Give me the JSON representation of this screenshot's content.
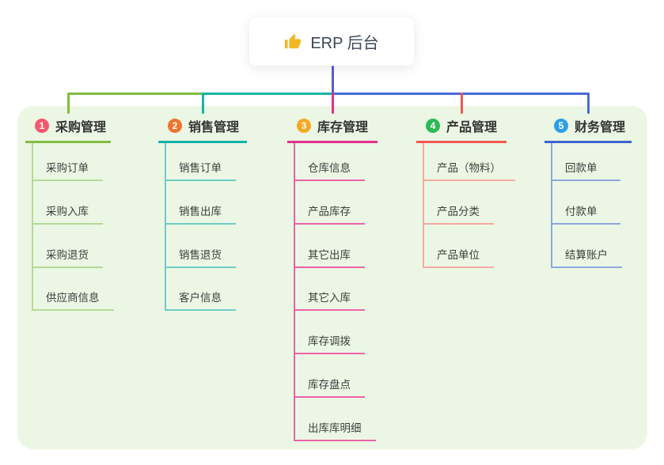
{
  "root": {
    "title": "ERP 后台",
    "icon": "thumbs-up-icon",
    "icon_color": "#f2b722",
    "text_color": "#3c4657"
  },
  "colors": {
    "panel_bg": "#ebf7e4",
    "root_connector": "#5a5ad6",
    "spine_blue": "#4a6bd8",
    "title_text": "#333333",
    "item_text": "#3e3e3e"
  },
  "branches": [
    {
      "key": "purchase",
      "badge": "1",
      "badge_color": "#f4586d",
      "line_color": "#82bb3f",
      "light_color": "#b3d996",
      "title": "采购管理",
      "items": [
        "采购订单",
        "采购入库",
        "采购退货",
        "供应商信息"
      ]
    },
    {
      "key": "sales",
      "badge": "2",
      "badge_color": "#f0742f",
      "line_color": "#16b2aa",
      "light_color": "#6eccc5",
      "title": "销售管理",
      "items": [
        "销售订单",
        "销售出库",
        "销售退货",
        "客户信息"
      ]
    },
    {
      "key": "inventory",
      "badge": "3",
      "badge_color": "#f6a723",
      "line_color": "#e0308f",
      "light_color": "#ee62a8",
      "title": "库存管理",
      "items": [
        "仓库信息",
        "产品库存",
        "其它出库",
        "其它入库",
        "库存调拨",
        "库存盘点",
        "出库库明细"
      ]
    },
    {
      "key": "product",
      "badge": "4",
      "badge_color": "#2cba55",
      "line_color": "#f25750",
      "light_color": "#f9a8a2",
      "title": "产品管理",
      "items": [
        "产品（物料）",
        "产品分类",
        "产品单位"
      ]
    },
    {
      "key": "finance",
      "badge": "5",
      "badge_color": "#2d9fe8",
      "line_color": "#3f63d0",
      "light_color": "#8ea6df",
      "title": "财务管理",
      "items": [
        "回款单",
        "付款单",
        "结算账户"
      ]
    }
  ]
}
